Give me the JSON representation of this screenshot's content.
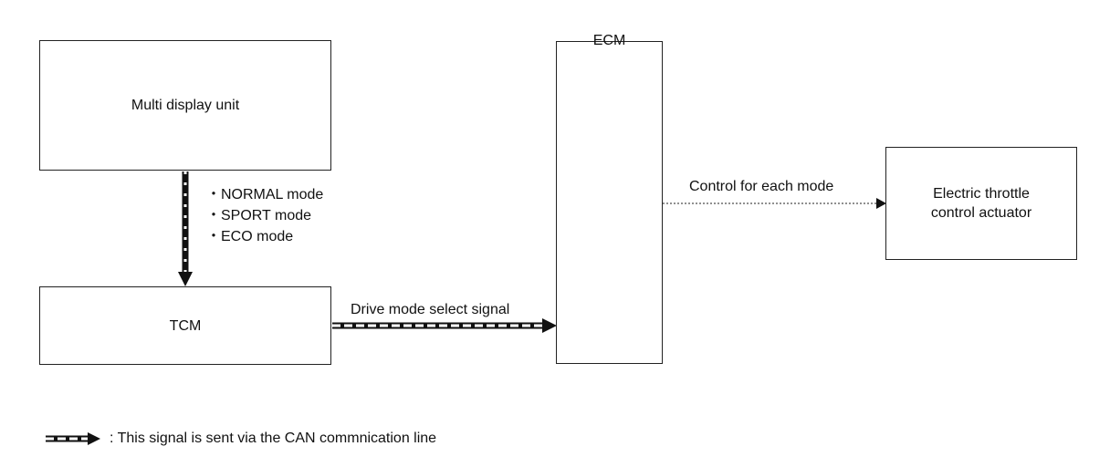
{
  "blocks": {
    "multi_display": "Multi display unit",
    "tcm": "TCM",
    "ecm": "ECM",
    "throttle_actuator": "Electric throttle\ncontrol actuator"
  },
  "modes": [
    "・NORMAL mode",
    "・SPORT mode",
    "・ECO mode"
  ],
  "signals": {
    "drive_mode": "Drive mode select signal",
    "control": "Control for each mode"
  },
  "legend": {
    "text": ": This signal is sent via the CAN commnication line"
  }
}
